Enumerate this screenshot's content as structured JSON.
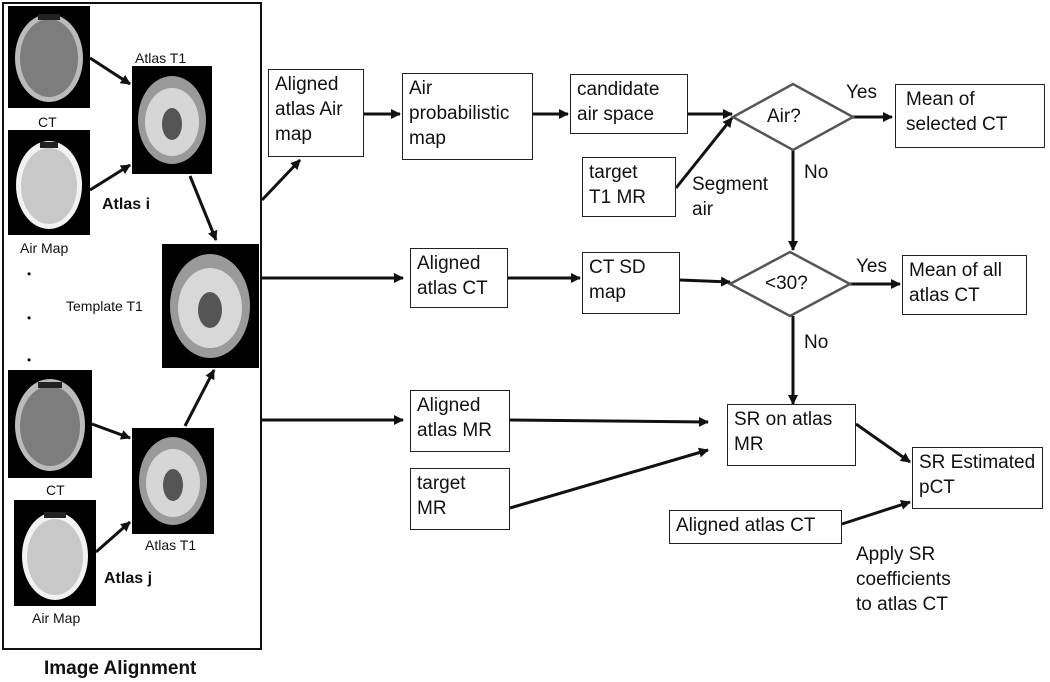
{
  "left_panel": {
    "caption": "Image Alignment",
    "labels": {
      "ct_top": "CT",
      "air_map_top": "Air Map",
      "atlas_i": "Atlas i",
      "atlas_t1_top": "Atlas T1",
      "template_t1": "Template T1",
      "ct_bottom": "CT",
      "atlas_t1_bottom": "Atlas T1",
      "atlas_j": "Atlas j",
      "air_map_bottom": "Air Map",
      "dots": [
        "•",
        "•",
        "•"
      ]
    }
  },
  "boxes": {
    "aligned_air_map": [
      "Aligned",
      "atlas Air",
      "map"
    ],
    "air_prob_map": [
      "Air",
      "probabilistic",
      "map"
    ],
    "candidate_air": [
      "candidate",
      "air space"
    ],
    "target_t1": [
      "target",
      "T1 MR"
    ],
    "mean_selected": [
      "Mean of",
      "selected CT"
    ],
    "aligned_ct": [
      "Aligned",
      "atlas CT"
    ],
    "ct_sd_map": [
      "CT SD",
      "map"
    ],
    "mean_all": [
      "Mean of all",
      "atlas CT"
    ],
    "aligned_mr": [
      "Aligned",
      "atlas MR"
    ],
    "target_mr": [
      "target",
      "MR"
    ],
    "sr_atlas_mr": [
      "SR on atlas",
      "MR"
    ],
    "sr_estimated": [
      "SR Estimated",
      "pCT"
    ],
    "aligned_ct_2": [
      "Aligned atlas CT"
    ]
  },
  "decisions": {
    "air": "Air?",
    "lt30": "<30?"
  },
  "edge_labels": {
    "yes_1": "Yes",
    "no_1": "No",
    "yes_2": "Yes",
    "no_2": "No",
    "segment_air": [
      "Segment",
      "air"
    ],
    "apply_sr": [
      "Apply SR",
      "coefficients",
      "to atlas CT"
    ]
  }
}
